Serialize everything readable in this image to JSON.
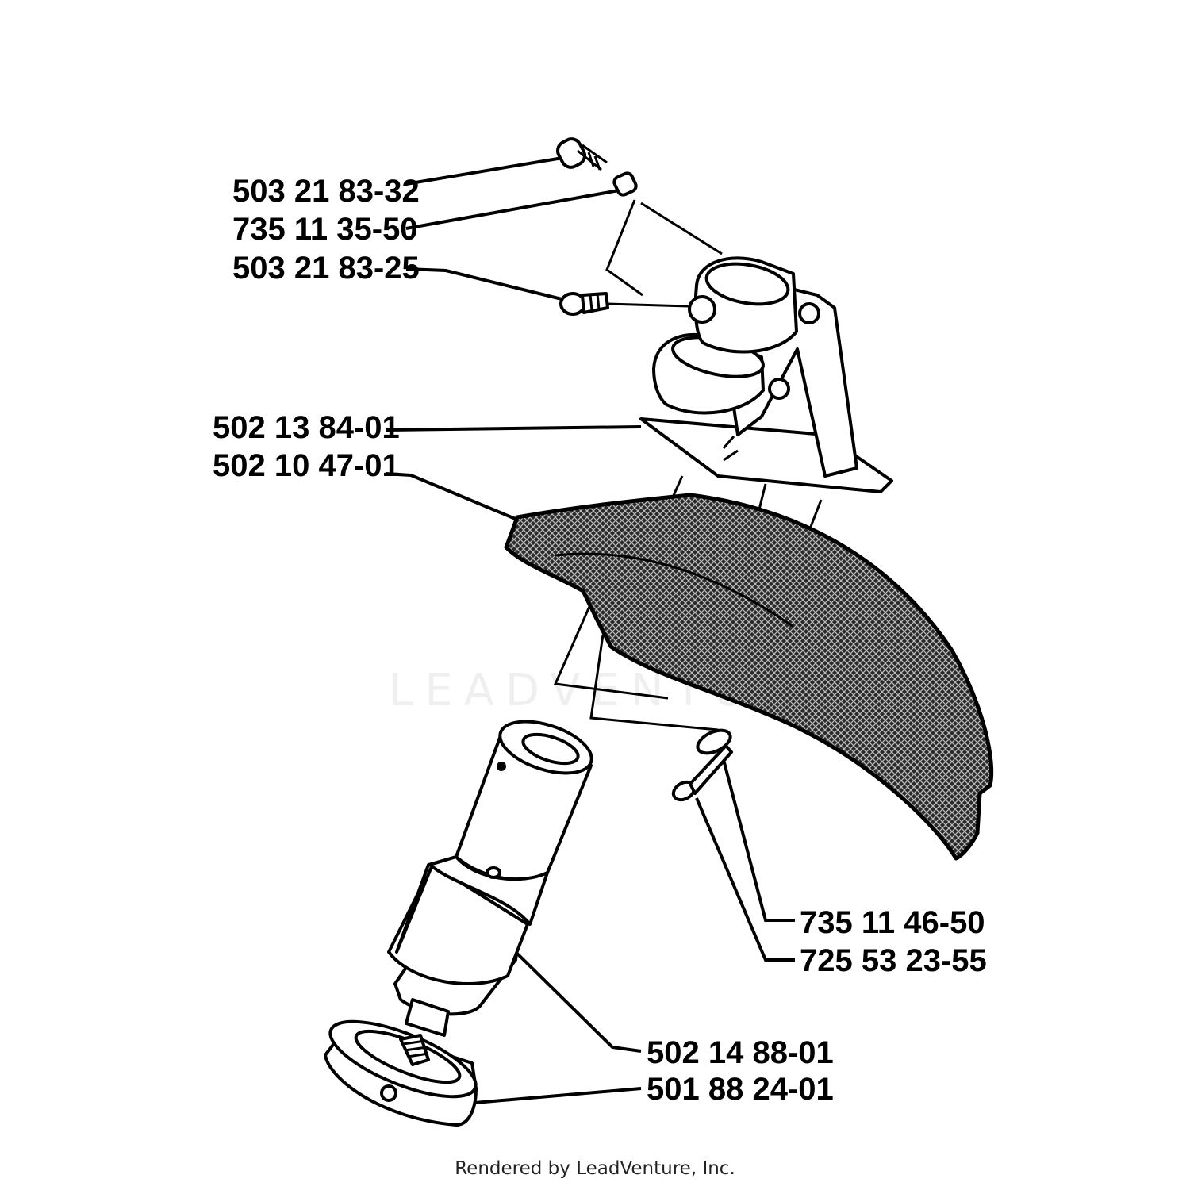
{
  "parts": [
    {
      "number": "503 21 83-32"
    },
    {
      "number": "735 11 35-50"
    },
    {
      "number": "503 21 83-25"
    },
    {
      "number": "502 13 84-01"
    },
    {
      "number": "502 10 47-01"
    },
    {
      "number": "735 11 46-50"
    },
    {
      "number": "725 53 23-55"
    },
    {
      "number": "502 14 88-01"
    },
    {
      "number": "501 88 24-01"
    }
  ],
  "watermark": "LEADVENTURE",
  "footer": "Rendered by LeadVenture, Inc.",
  "colors": {
    "ink": "#000000",
    "background": "#ffffff"
  }
}
